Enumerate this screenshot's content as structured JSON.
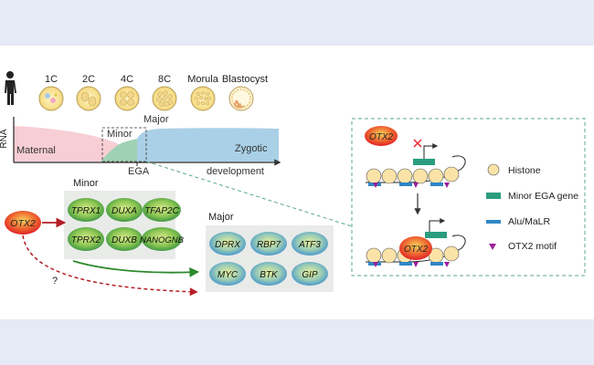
{
  "stages": [
    "1C",
    "2C",
    "4C",
    "8C",
    "Morula",
    "Blastocyst"
  ],
  "rna_chart": {
    "ylabel": "RNA",
    "maternal_label": "Maternal",
    "minor_label": "Minor",
    "major_label": "Major",
    "zygotic_label": "Zygotic",
    "ega_label": "EGA",
    "xlabel": "development"
  },
  "regulation": {
    "otx2_label": "OTX2",
    "minor_title": "Minor",
    "minor_genes": [
      "TPRX1",
      "DUXA",
      "TFAP2C",
      "TPRX2",
      "DUXB",
      "NANOGNB"
    ],
    "major_title": "Major",
    "major_genes": [
      "DPRX",
      "RBP7",
      "ATF3",
      "MYC",
      "BTK",
      "GIP"
    ],
    "question_mark": "?"
  },
  "mechanism": {
    "otx2_top": "OTX2",
    "otx2_bottom": "OTX2",
    "legend": {
      "histone": "Histone",
      "minor_ega_gene": "Minor EGA gene",
      "alu_malr": "Alu/MaLR",
      "otx2_motif": "OTX2 motif"
    }
  },
  "colors": {
    "maternal": "#f6c9cf",
    "zygotic": "#a9d0e6",
    "minor_area": "#9fd2b4",
    "otx2_red": "#e8262f",
    "gene_green": "#2e9e4a",
    "gene_blue": "#4aa7d8",
    "histone": "#fbe3a8",
    "teal_gene": "#2a9d7f",
    "alu_blue": "#2f86c6",
    "motif_purple": "#9b1f9b",
    "dashed_green": "#5aaa88",
    "dashed_red": "#b41f25",
    "arrow_green": "#2c8a2c"
  }
}
